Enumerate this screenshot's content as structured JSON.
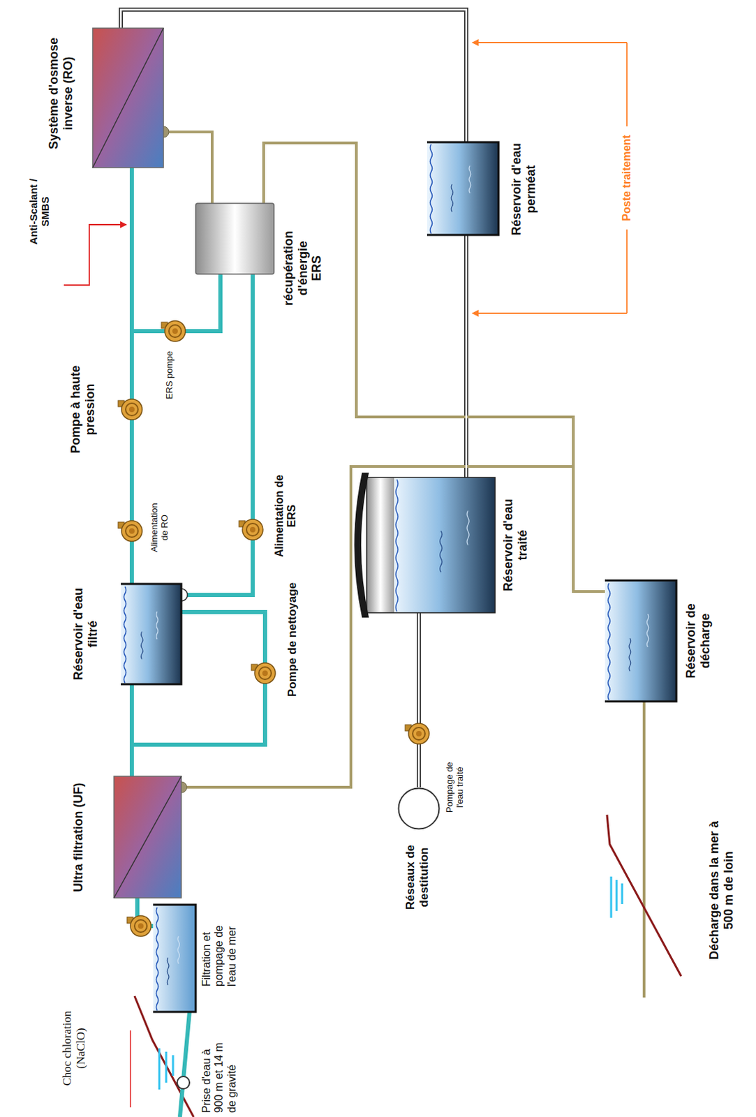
{
  "diagram": {
    "nodes": [
      {
        "text": [
          "Filtration et pompage de l'eau de mer"
        ]
      },
      {
        "text": [
          "Ultra filtration (UF)"
        ]
      },
      {
        "text": [
          "Réservoir d'eau filtré"
        ]
      },
      {
        "text": [
          "Système d'osmose inverse (RO)"
        ]
      },
      {
        "text": [
          "récupération d'énergie ERS"
        ]
      },
      {
        "text": [
          "Réservoir d'eau perméat"
        ]
      },
      {
        "text": [
          "Réservoir d'eau traité"
        ]
      },
      {
        "text": [
          "Réseaux de destitution"
        ]
      },
      {
        "text": [
          "Réservoir de décharge"
        ]
      }
    ],
    "edges": [
      {
        "from": 0,
        "to": 1,
        "arrow": "none"
      },
      {
        "from": 1,
        "to": 2,
        "arrow": "none"
      },
      {
        "from": 2,
        "to": 1,
        "arrow": "none"
      },
      {
        "from": 2,
        "to": 3,
        "arrow": "none"
      },
      {
        "from": 2,
        "to": 4,
        "arrow": "none"
      },
      {
        "from": 4,
        "to": 3,
        "arrow": "none"
      },
      {
        "from": 3,
        "to": 4,
        "arrow": "none"
      },
      {
        "from": 3,
        "to": 5,
        "arrow": "none"
      },
      {
        "from": 5,
        "to": 6,
        "arrow": "none"
      },
      {
        "from": 6,
        "to": 7,
        "arrow": "none"
      },
      {
        "from": 4,
        "to": 8,
        "arrow": "none"
      },
      {
        "from": 1,
        "to": 8,
        "arrow": "none"
      }
    ],
    "labels": [
      "Choc chloration (NaClO)",
      "Prise d'eau à 900 m et 14 m de gravité",
      "Pompe de nettoyage",
      "Alimentation de RO",
      "Pompe à haute pression",
      "ERS pompe",
      "Alimentation de ERS",
      "Anti-Scalant / SMBS",
      "Poste traitement",
      "Pompage de l'eau traité",
      "Décharge dans la mer à 500 m de loin"
    ]
  }
}
